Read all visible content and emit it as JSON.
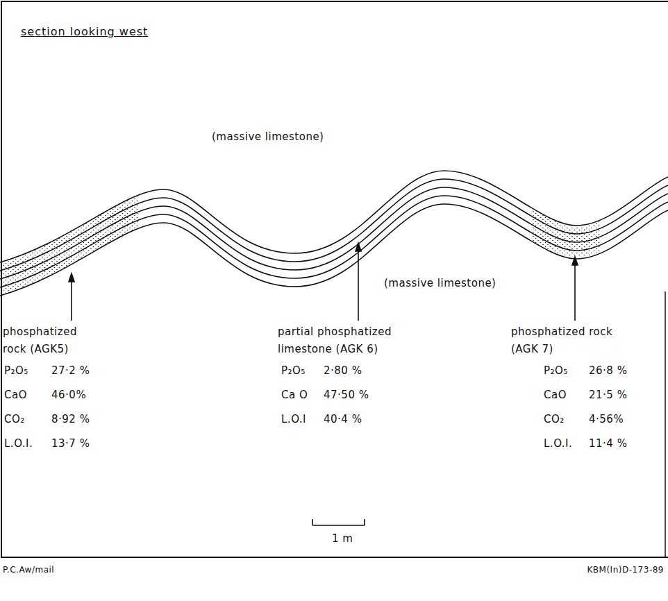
{
  "diagram": {
    "title": "section looking west",
    "labels": [
      "(massive limestone)",
      "(massive limestone)",
      "phosphatized rock (AGK5)",
      "partial phosphatized limestone (AGK 6)",
      "phosphatized rock (AGK 7)",
      "P₂O₅",
      "27·2 %",
      "CaO",
      "46·0%",
      "CO₂",
      "8·92 %",
      "L.O.I.",
      "13·7 %",
      "P₂O₅",
      "2·80 %",
      "Ca O",
      "47·50 %",
      "L.O.I",
      "40·4 %",
      "P₂O₅",
      "26·8 %",
      "CaO",
      "21·5 %",
      "CO₂",
      "4·56%",
      "L.O.I.",
      "11·4 %",
      "1 m",
      "P.C.Aw/mail",
      "KBM(In)D-173-89"
    ]
  }
}
